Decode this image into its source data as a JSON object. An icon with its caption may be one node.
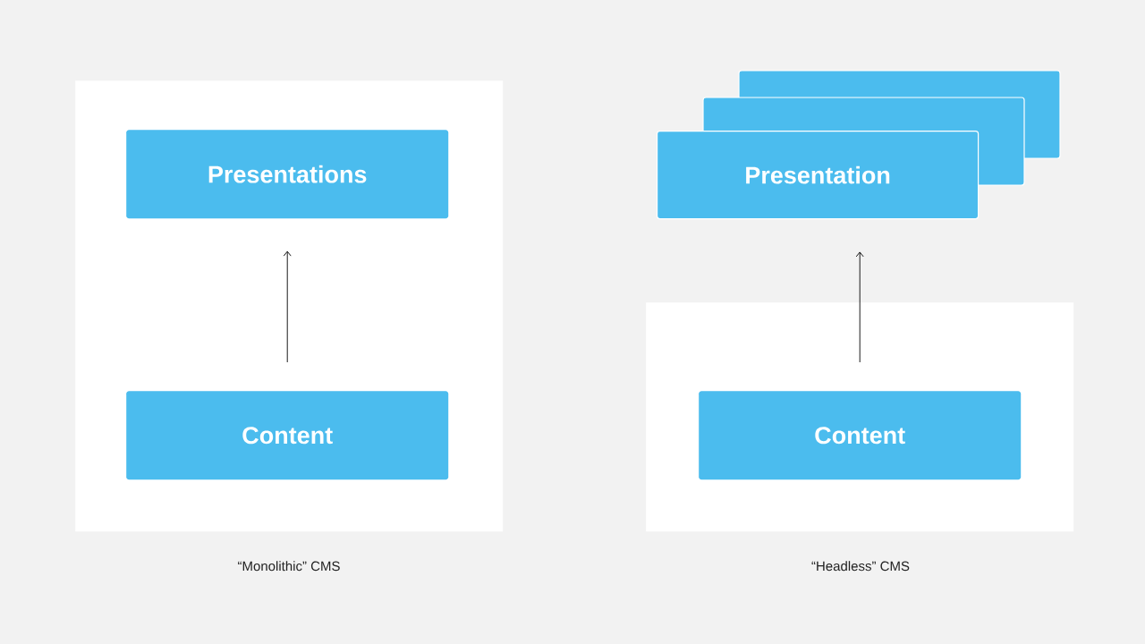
{
  "diagram": {
    "nodes": [
      {
        "text": [],
        "shape": "box"
      },
      {
        "text": [
          "Presentations"
        ],
        "in": 0
      },
      {
        "text": [
          "Content"
        ],
        "in": 0
      },
      {
        "text": [],
        "shape": "box"
      },
      {
        "text": [
          "Presentation"
        ]
      },
      {
        "text": [
          "Content"
        ],
        "in": 3
      }
    ],
    "edges": [
      {
        "from": 2,
        "to": 1,
        "arrow": "to"
      },
      {
        "from": 5,
        "to": 4,
        "arrow": "to"
      }
    ],
    "labels": [
      "“Monolithic” CMS",
      "“Headless” CMS"
    ]
  }
}
